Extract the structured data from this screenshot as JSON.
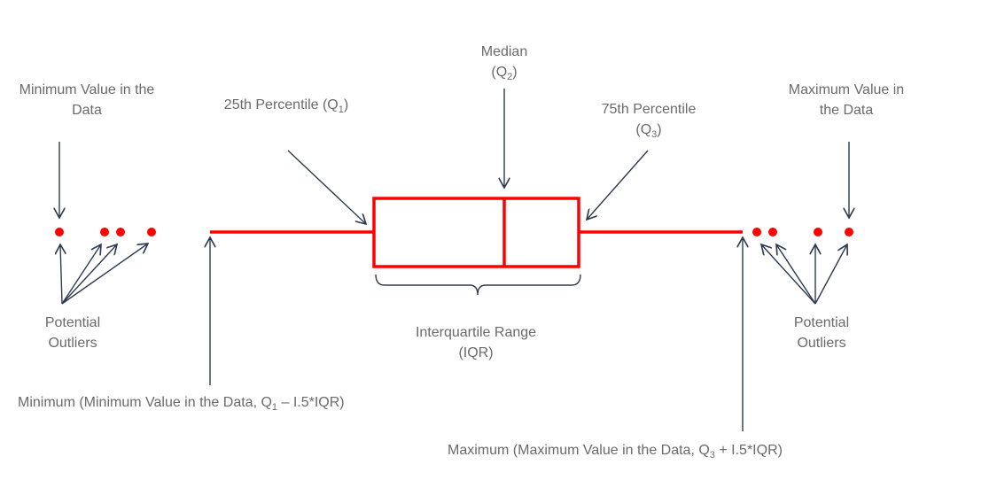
{
  "colors": {
    "box": "#ff0000",
    "arrow": "#2e3b4e",
    "text": "#6a6a6a"
  },
  "labels": {
    "min_value": {
      "line1": "Minimum Value in the",
      "line2": "Data"
    },
    "q1": {
      "prefix": "25th Percentile (Q",
      "sub": "1",
      "suffix": ")"
    },
    "median": {
      "line1": "Median",
      "prefix": "(Q",
      "sub": "2",
      "suffix": ")"
    },
    "q3": {
      "line1": "75th Percentile",
      "prefix": "(Q",
      "sub": "3",
      "suffix": ")"
    },
    "max_value": {
      "line1": "Maximum Value in",
      "line2": "the Data"
    },
    "outliers_left": {
      "line1": "Potential",
      "line2": "Outliers"
    },
    "outliers_right": {
      "line1": "Potential",
      "line2": "Outliers"
    },
    "iqr": {
      "line1": "Interquartile Range",
      "line2": "(IQR)"
    },
    "minimum": {
      "prefix": "Minimum (Minimum Value in the Data, Q",
      "sub": "1",
      "suffix": " – I.5*IQR)"
    },
    "maximum": {
      "prefix": "Maximum (Maximum Value in the Data, Q",
      "sub": "3",
      "suffix": " + I.5*IQR)"
    }
  }
}
